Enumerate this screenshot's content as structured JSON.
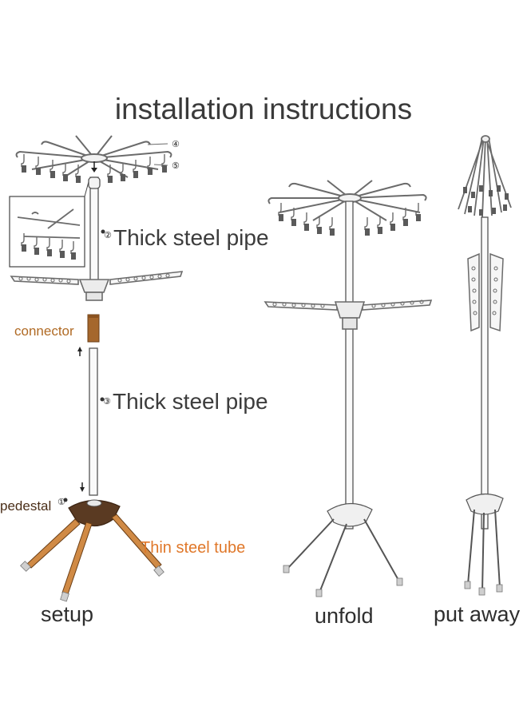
{
  "title": "installation instructions",
  "labels": {
    "thick_pipe_upper": "Thick steel pipe",
    "thick_pipe_lower": "Thick steel pipe",
    "connector": "connector",
    "pedestal": "pedestal",
    "thin_tube": "Thin steel tube"
  },
  "callouts": [
    "①",
    "②",
    "③",
    "④",
    "⑤"
  ],
  "captions": {
    "setup": "setup",
    "unfold": "unfold",
    "put_away": "put away"
  },
  "colors": {
    "ink": "#3a3a3a",
    "line": "#6b6b6b",
    "connector": "#a5672c",
    "legs": "#d08a45",
    "pedestal": "#5a3a22",
    "thin_label": "#e0782a",
    "connector_label": "#b06a24"
  }
}
